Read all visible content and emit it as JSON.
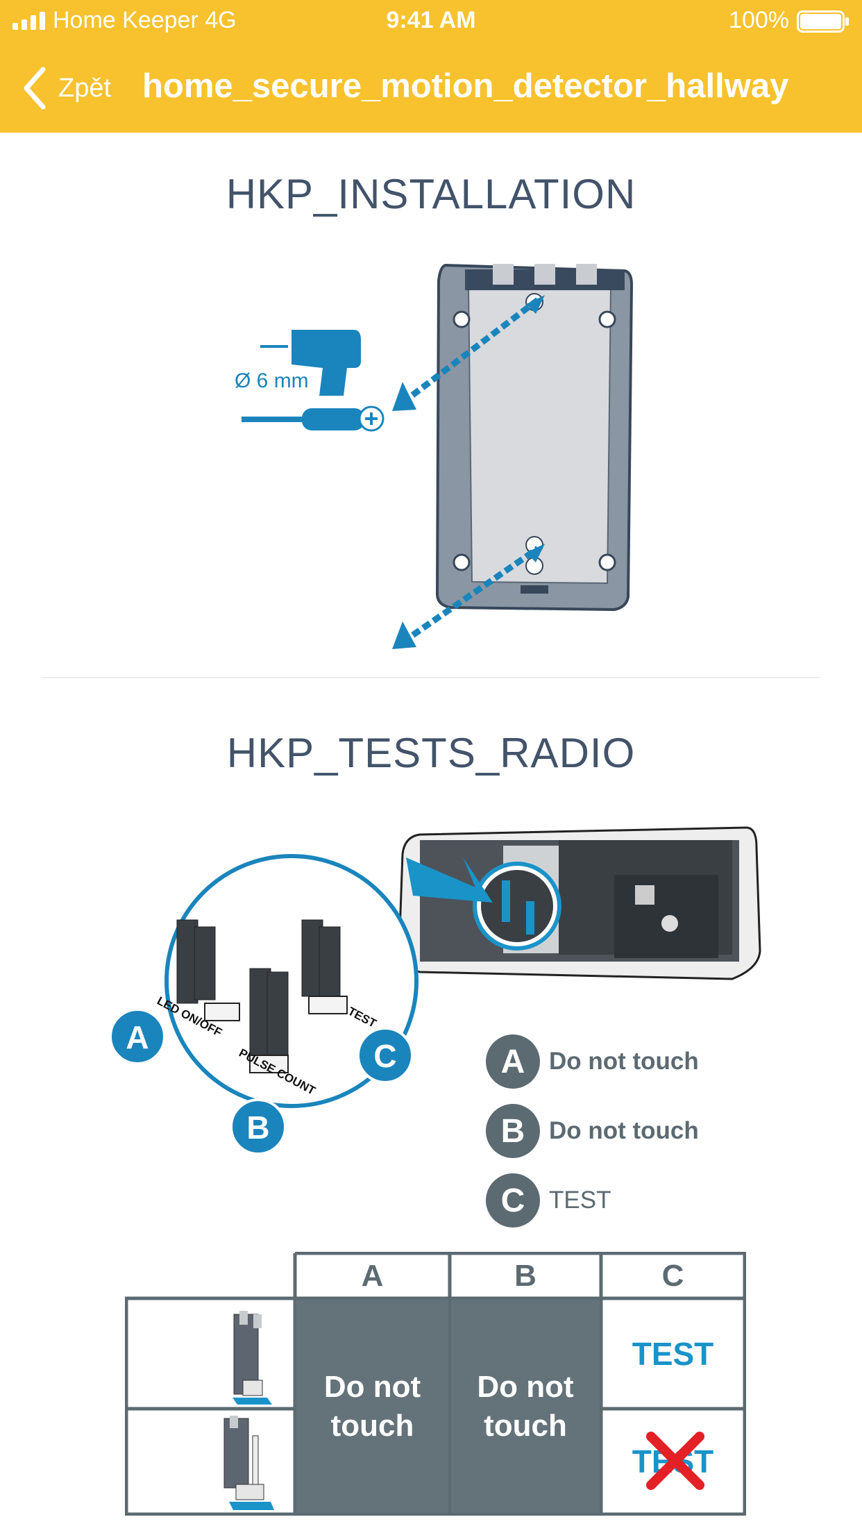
{
  "status_bar": {
    "carrier": "Home Keeper   4G",
    "time": "9:41 AM",
    "battery": "100%"
  },
  "nav": {
    "back_label": "Zpět",
    "title": "home_secure_motion_detector_hallway"
  },
  "installation": {
    "title": "HKP_INSTALLATION",
    "drill_label": "Ø 6 mm"
  },
  "tests": {
    "title": "HKP_TESTS_RADIO",
    "jumper_labels": [
      "LED ON/OFF",
      "PULSE COUNT",
      "TEST"
    ],
    "letters": [
      "A",
      "B",
      "C"
    ],
    "legend": [
      {
        "letter": "A",
        "text": "Do not touch"
      },
      {
        "letter": "B",
        "text": "Do not touch"
      },
      {
        "letter": "C",
        "text": "TEST"
      }
    ]
  },
  "table": {
    "headers": [
      "A",
      "B",
      "C"
    ],
    "col_a": "Do not touch",
    "col_b": "Do not touch",
    "c_on": "TEST",
    "c_off": "TEST"
  },
  "colors": {
    "header_bg": "#f8c22e",
    "accent_blue": "#1a93c9",
    "title_gray": "#42536a",
    "dark_cell": "#64727a"
  }
}
